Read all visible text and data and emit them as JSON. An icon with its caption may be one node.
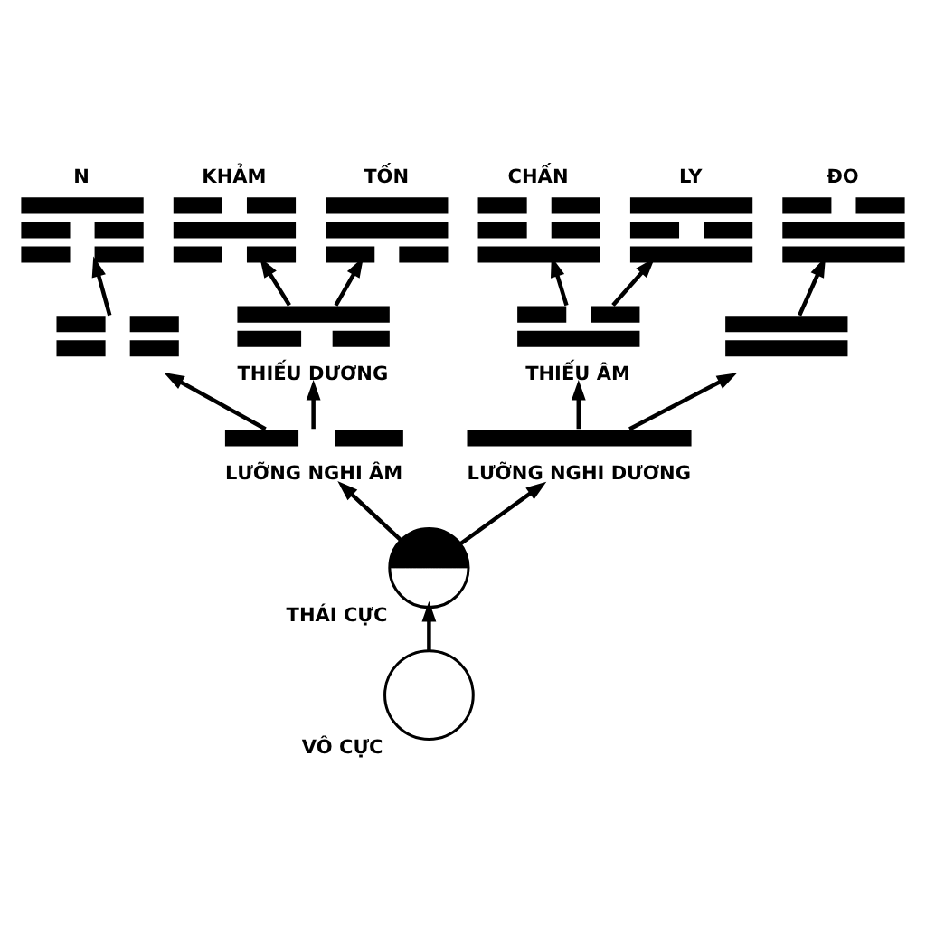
{
  "diagram": {
    "nodes": [
      {
        "text": [
          "N"
        ]
      },
      {
        "text": [
          "KHẢM"
        ]
      },
      {
        "text": [
          "TỐN"
        ]
      },
      {
        "text": [
          "CHẤN"
        ]
      },
      {
        "text": [
          "LY"
        ]
      },
      {
        "text": [
          "ĐO"
        ]
      },
      {
        "text": [],
        "shape": "bar"
      },
      {
        "text": [
          "THIẾU DƯƠNG"
        ]
      },
      {
        "text": [
          "THIẾU ÂM"
        ]
      },
      {
        "text": [],
        "shape": "bar"
      },
      {
        "text": [
          "LƯỠNG NGHI ÂM"
        ]
      },
      {
        "text": [
          "LƯỠNG NGHI DƯƠNG"
        ]
      },
      {
        "text": [
          "THÁI CỰC"
        ]
      },
      {
        "text": [
          "VÔ CỰC"
        ]
      }
    ],
    "edges": [
      {
        "from": 13,
        "to": 12,
        "arrow": "to"
      },
      {
        "from": 12,
        "to": 10,
        "arrow": "to"
      },
      {
        "from": 12,
        "to": 11,
        "arrow": "to"
      },
      {
        "from": 10,
        "to": 6,
        "arrow": "to"
      },
      {
        "from": 10,
        "to": 7,
        "arrow": "to"
      },
      {
        "from": 11,
        "to": 8,
        "arrow": "to"
      },
      {
        "from": 11,
        "to": 9,
        "arrow": "to"
      },
      {
        "from": 6,
        "to": 0,
        "arrow": "to"
      },
      {
        "from": 7,
        "to": 1,
        "arrow": "to"
      },
      {
        "from": 7,
        "to": 2,
        "arrow": "to"
      },
      {
        "from": 8,
        "to": 3,
        "arrow": "to"
      },
      {
        "from": 8,
        "to": 4,
        "arrow": "to"
      },
      {
        "from": 9,
        "to": 5,
        "arrow": "to"
      }
    ]
  }
}
